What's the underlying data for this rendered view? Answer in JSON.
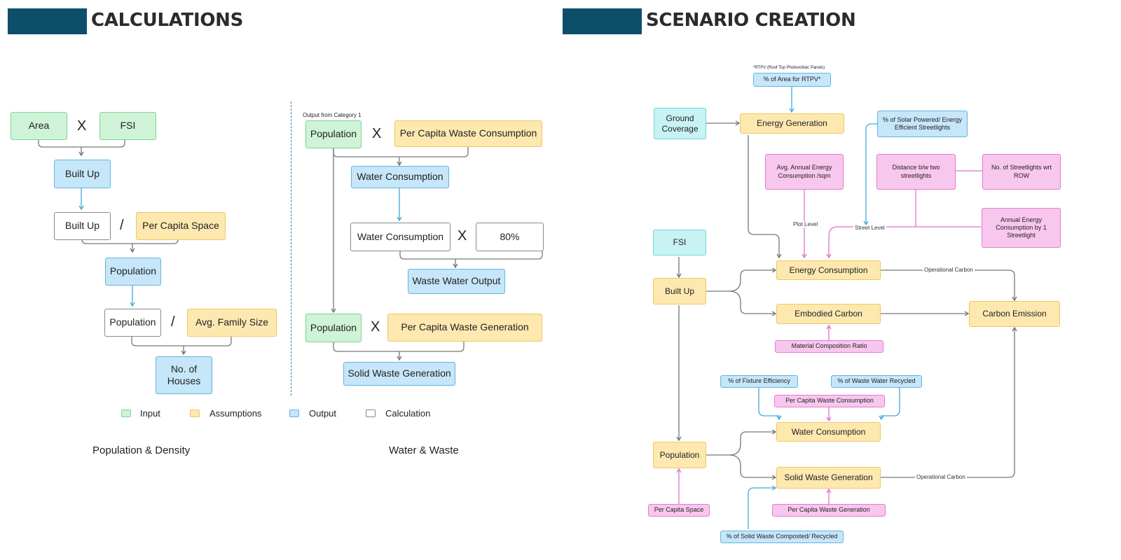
{
  "headers": {
    "left": "CALCULATIONS",
    "right": "SCENARIO CREATION"
  },
  "ops": {
    "times": "X",
    "divide": "/"
  },
  "left": {
    "pop": {
      "area": "Area",
      "fsi": "FSI",
      "built_up": "Built Up",
      "built_up_calc": "Built Up",
      "per_capita_space": "Per Capita Space",
      "population": "Population",
      "population_calc": "Population",
      "avg_family_size": "Avg. Family Size",
      "no_of_houses": "No. of Houses"
    },
    "water": {
      "note": "Output from Category 1",
      "population": "Population",
      "per_capita_waste_consumption": "Per Capita Waste Consumption",
      "water_consumption": "Water Consumption",
      "water_consumption_calc": "Water Consumption",
      "pct": "80%",
      "waste_water_output": "Waste Water Output",
      "population2": "Population",
      "per_capita_waste_generation": "Per Capita Waste Generation",
      "solid_waste_generation": "Solid Waste Generation"
    },
    "legend": {
      "input": "Input",
      "assumptions": "Assumptions",
      "output": "Output",
      "calculation": "Calculation"
    },
    "captions": {
      "pop": "Population & Density",
      "water": "Water & Waste"
    }
  },
  "right": {
    "rtpv_note": "*RTPV (Roof Top Photovoltaic Panels)",
    "pct_area_rtpv": "% of Area for RTPV*",
    "ground_coverage": "Ground Coverage",
    "energy_generation": "Energy Generation",
    "pct_solar": "% of Solar Powered/ Energy Efficient Streetlights",
    "avg_annual_energy": "Avg. Annual Energy Consumption /sqm",
    "distance_streetlights": "Distance b/w two streetlights",
    "no_streetlights": "No. of Streetlights wrt ROW",
    "annual_energy_streetlight": "Annual Energy Consumption by 1 Streetlight",
    "plot_level": "Plot Level",
    "street_level": "Street Level",
    "fsi": "FSI",
    "built_up": "Built Up",
    "energy_consumption": "Energy Consumption",
    "operational_carbon": "Operational Carbon",
    "embodied_carbon": "Embodied Carbon",
    "carbon_emission": "Carbon Emission",
    "material_ratio": "Material Composition Ratio",
    "pct_fixture": "% of Fixture Efficiency",
    "pct_waste_water_recycled": "% of Waste Water Recycled",
    "per_capita_waste_consumption": "Per Capita Waste Consumption",
    "water_consumption": "Water Consumption",
    "population": "Population",
    "solid_waste_generation": "Solid Waste Generation",
    "operational_carbon2": "Operational Carbon",
    "per_capita_space": "Per Capita Space",
    "per_capita_waste_generation": "Per Capita Waste Generation",
    "pct_solid_waste": "% of Solid Waste Composted/ Recycled"
  },
  "colors": {
    "header_bar": "#0d4f6b",
    "input": "#cff3d6",
    "assumption": "#fde8b0",
    "output": "#c6e6f9",
    "calculation": "#ffffff",
    "teal": "#c8f3f3",
    "pink": "#f8c7ee",
    "line_gray": "#777777",
    "line_blue": "#3fa9dd",
    "line_pink": "#e16fd0"
  }
}
